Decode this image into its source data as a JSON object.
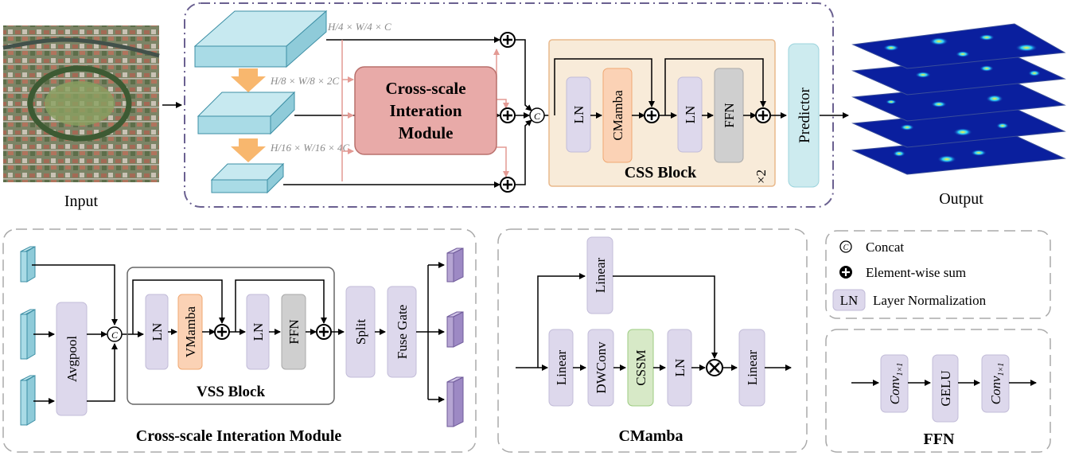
{
  "top": {
    "input_label": "Input",
    "output_label": "Output",
    "dims": {
      "d1": "H/4 × W/4 × C",
      "d2": "H/8 × W/8 × 2C",
      "d3": "H/16 × W/16 × 4C"
    },
    "cim": {
      "line1": "Cross-scale",
      "line2": "Interation",
      "line3": "Module"
    },
    "css": {
      "ln1": "LN",
      "cmamba": "CMamba",
      "ln2": "LN",
      "ffn": "FFN",
      "title": "CSS Block",
      "repeat": "×2"
    },
    "predictor": "Predictor",
    "concat_symbol": "C"
  },
  "cim_detail": {
    "title": "Cross-scale Interation Module",
    "avgpool": "Avgpool",
    "vss": {
      "ln1": "LN",
      "vmamba": "VMamba",
      "ln2": "LN",
      "ffn": "FFN",
      "title": "VSS Block"
    },
    "split": "Split",
    "fuse_gate": "Fuse Gate"
  },
  "cmamba_detail": {
    "title": "CMamba",
    "linear_top": "Linear",
    "linear_in": "Linear",
    "dwconv": "DWConv",
    "cssm": "CSSM",
    "ln": "LN",
    "linear_out": "Linear"
  },
  "legend": {
    "concat": "Concat",
    "sum": "Element-wise sum",
    "ln_box": "LN",
    "ln_text": "Layer Normalization"
  },
  "ffn_detail": {
    "title": "FFN",
    "conv1": "Conv",
    "conv1_sub": "1×1",
    "gelu": "GELU",
    "conv2": "Conv",
    "conv2_sub": "1×1"
  },
  "colors": {
    "feature_blue": "#a9dbe6",
    "cim_pink": "#e8aaa8",
    "css_bg": "#f8ebd9",
    "ln_lavender": "#ddd8ec",
    "cmamba_orange": "#fbd2b5",
    "ffn_gray": "#cfcfcf",
    "predictor_teal": "#cdebef",
    "cssm_green": "#d7e9c7",
    "feature_purple": "#b6a5d3",
    "dashed_frame": "#6a6090"
  }
}
